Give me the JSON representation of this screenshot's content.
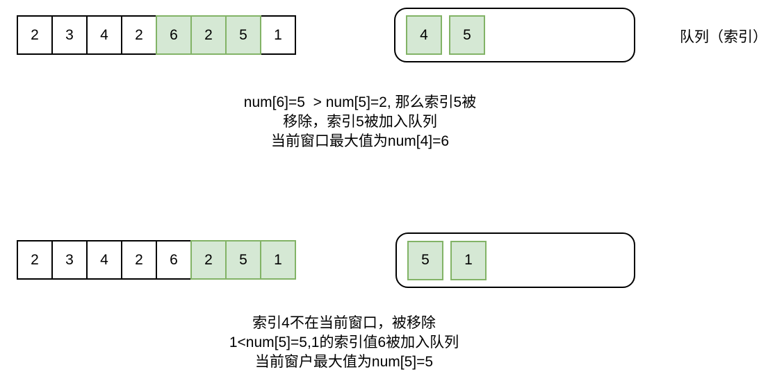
{
  "colors": {
    "green_fill": "#d5e8d4",
    "green_border": "#82b366",
    "box_border": "#000000",
    "background": "#ffffff"
  },
  "queue_label": "队列（索引）",
  "rows": [
    {
      "array": {
        "values": [
          "2",
          "3",
          "4",
          "2",
          "6",
          "2",
          "5",
          "1"
        ],
        "highlighted_indices": [
          4,
          5,
          6
        ]
      },
      "queue": {
        "values": [
          "4",
          "5"
        ]
      },
      "caption_lines": [
        "num[6]=5  > num[5]=2, 那么索引5被",
        "移除，索引5被加入队列",
        "当前窗口最大值为num[4]=6"
      ]
    },
    {
      "array": {
        "values": [
          "2",
          "3",
          "4",
          "2",
          "6",
          "2",
          "5",
          "1"
        ],
        "highlighted_indices": [
          5,
          6,
          7
        ]
      },
      "queue": {
        "values": [
          "5",
          "1"
        ]
      },
      "caption_lines": [
        "索引4不在当前窗口，被移除",
        "1<num[5]=5,1的索引值6被加入队列",
        "当前窗户最大值为num[5]=5"
      ]
    }
  ]
}
